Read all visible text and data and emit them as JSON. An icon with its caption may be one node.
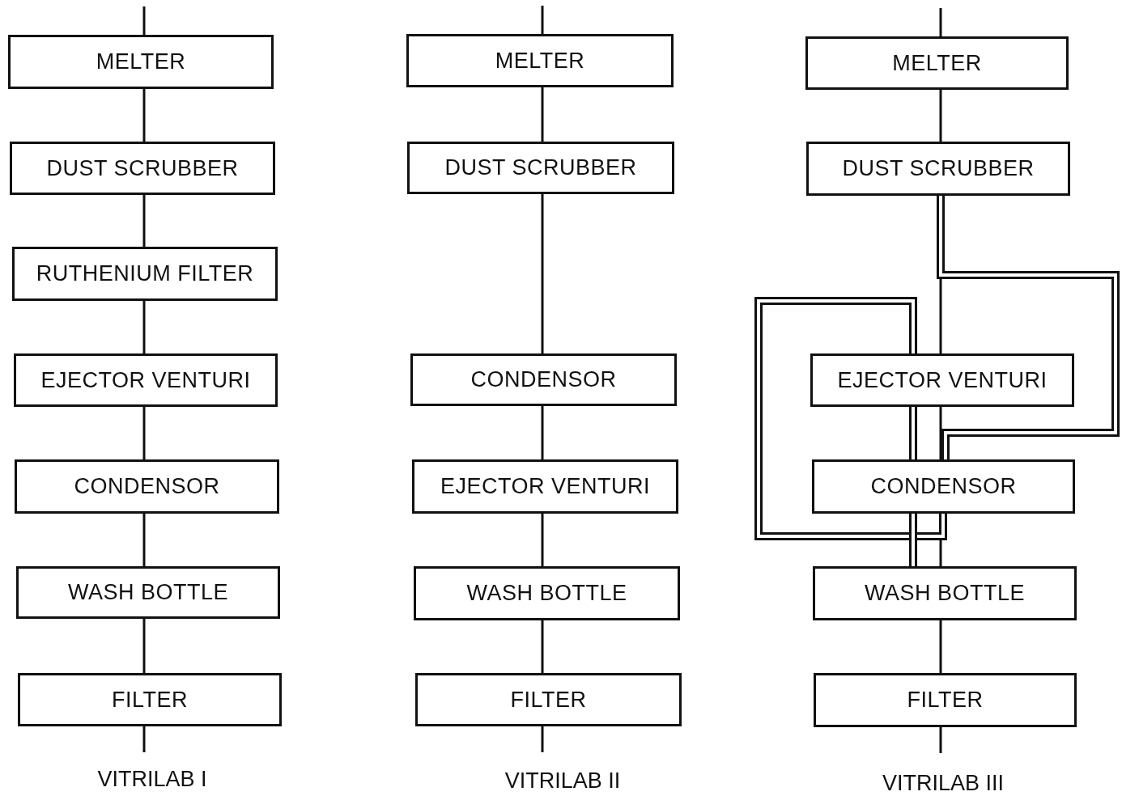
{
  "diagram": {
    "nodes": [
      {
        "text": [
          "MELTER"
        ]
      },
      {
        "text": [
          "DUST SCRUBBER"
        ]
      },
      {
        "text": [
          "RUTHENIUM FILTER"
        ]
      },
      {
        "text": [
          "EJECTOR VENTURI"
        ]
      },
      {
        "text": [
          "CONDENSOR"
        ]
      },
      {
        "text": [
          "WASH BOTTLE"
        ]
      },
      {
        "text": [
          "FILTER"
        ]
      },
      {
        "text": [
          "MELTER"
        ]
      },
      {
        "text": [
          "DUST SCRUBBER"
        ]
      },
      {
        "text": [
          "CONDENSOR"
        ]
      },
      {
        "text": [
          "EJECTOR VENTURI"
        ]
      },
      {
        "text": [
          "WASH BOTTLE"
        ]
      },
      {
        "text": [
          "FILTER"
        ]
      },
      {
        "text": [
          "MELTER"
        ]
      },
      {
        "text": [
          "DUST SCRUBBER"
        ]
      },
      {
        "text": [
          "EJECTOR VENTURI"
        ]
      },
      {
        "text": [
          "CONDENSOR"
        ]
      },
      {
        "text": [
          "WASH BOTTLE"
        ]
      },
      {
        "text": [
          "FILTER"
        ]
      }
    ],
    "edges": [
      {
        "from": null,
        "to": 0,
        "arrow": "none"
      },
      {
        "from": 0,
        "to": 1,
        "arrow": "none"
      },
      {
        "from": 1,
        "to": 2,
        "arrow": "none"
      },
      {
        "from": 2,
        "to": 3,
        "arrow": "none"
      },
      {
        "from": 3,
        "to": 4,
        "arrow": "none"
      },
      {
        "from": 4,
        "to": 5,
        "arrow": "none"
      },
      {
        "from": 5,
        "to": 6,
        "arrow": "none"
      },
      {
        "from": 6,
        "to": null,
        "arrow": "none"
      },
      {
        "from": null,
        "to": 7,
        "arrow": "none"
      },
      {
        "from": 7,
        "to": 8,
        "arrow": "none"
      },
      {
        "from": 8,
        "to": 9,
        "arrow": "none"
      },
      {
        "from": 9,
        "to": 10,
        "arrow": "none"
      },
      {
        "from": 10,
        "to": 11,
        "arrow": "none"
      },
      {
        "from": 11,
        "to": 12,
        "arrow": "none"
      },
      {
        "from": 12,
        "to": null,
        "arrow": "none"
      },
      {
        "from": null,
        "to": 13,
        "arrow": "none"
      },
      {
        "from": 13,
        "to": 14,
        "arrow": "none"
      },
      {
        "from": 14,
        "to": 15,
        "arrow": "none"
      },
      {
        "from": 15,
        "to": 16,
        "arrow": "none"
      },
      {
        "from": 16,
        "to": 17,
        "arrow": "none"
      },
      {
        "from": 17,
        "to": 18,
        "arrow": "none"
      },
      {
        "from": 18,
        "to": null,
        "arrow": "none"
      },
      {
        "from": 14,
        "to": 16,
        "arrow": "none",
        "style": "thick"
      },
      {
        "from": 16,
        "to": 15,
        "arrow": "none",
        "style": "thick"
      },
      {
        "from": 15,
        "to": 16,
        "arrow": "none",
        "style": "thick"
      },
      {
        "from": 16,
        "to": 17,
        "arrow": "none",
        "style": "thick"
      }
    ],
    "labels": [
      "VITRILAB I",
      "VITRILAB II",
      "VITRILAB III"
    ]
  }
}
